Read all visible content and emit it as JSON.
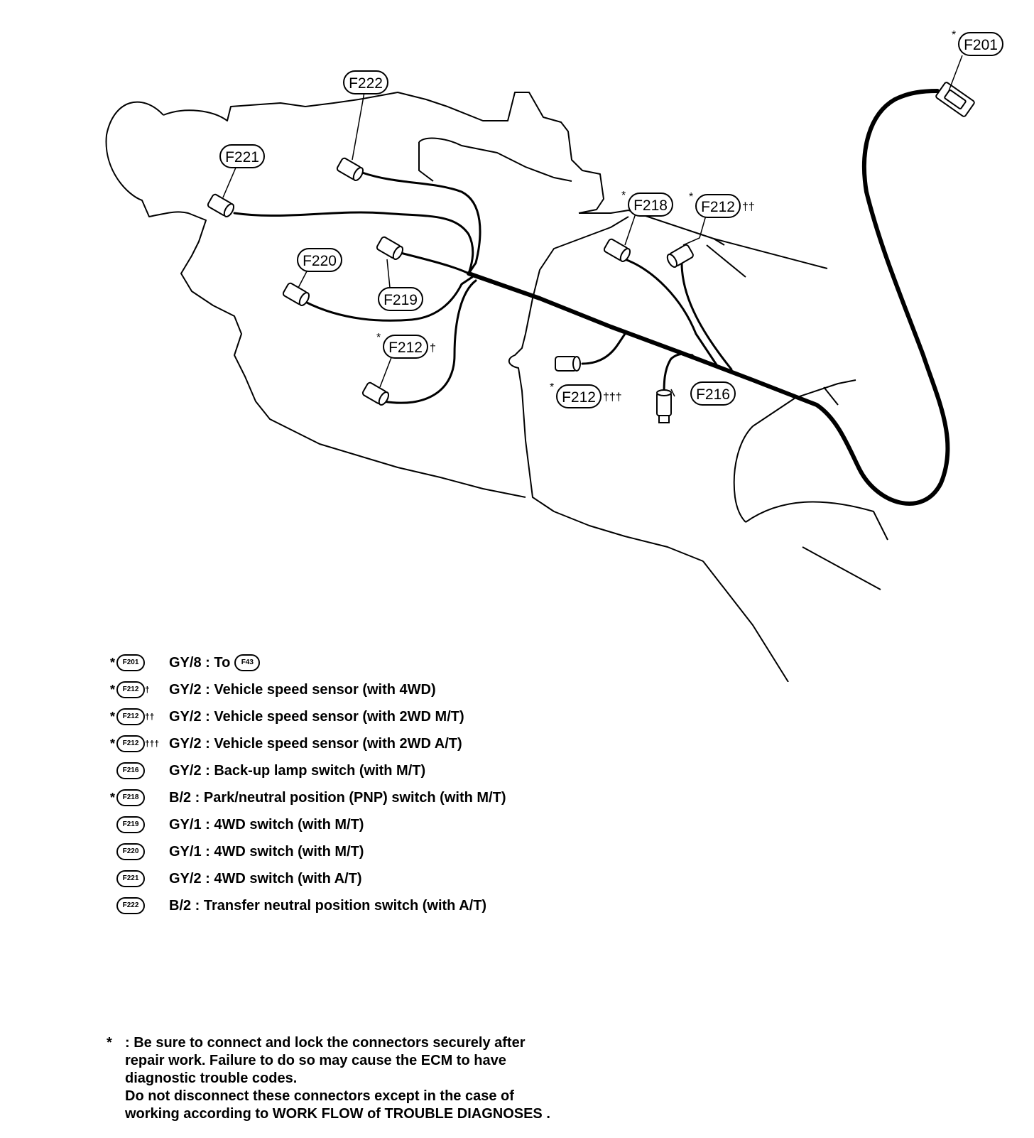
{
  "diagram": {
    "connectors": [
      {
        "id": "F201",
        "star": "*",
        "mark": ""
      },
      {
        "id": "F222",
        "star": "",
        "mark": ""
      },
      {
        "id": "F221",
        "star": "",
        "mark": ""
      },
      {
        "id": "F218",
        "star": "*",
        "mark": ""
      },
      {
        "id": "F212",
        "star": "*",
        "mark": "††"
      },
      {
        "id": "F220",
        "star": "",
        "mark": ""
      },
      {
        "id": "F219",
        "star": "",
        "mark": ""
      },
      {
        "id": "F212",
        "star": "*",
        "mark": "†"
      },
      {
        "id": "F212",
        "star": "*",
        "mark": "†††"
      },
      {
        "id": "F216",
        "star": "",
        "mark": ""
      }
    ]
  },
  "legend": [
    {
      "star": "*",
      "code": "F201",
      "mark": "",
      "text": "GY/8 : To",
      "ref": "F43"
    },
    {
      "star": "*",
      "code": "F212",
      "mark": "†",
      "text": "GY/2 : Vehicle speed sensor (with 4WD)",
      "ref": ""
    },
    {
      "star": "*",
      "code": "F212",
      "mark": "††",
      "text": "GY/2 : Vehicle speed sensor (with 2WD M/T)",
      "ref": ""
    },
    {
      "star": "*",
      "code": "F212",
      "mark": "†††",
      "text": "GY/2 : Vehicle speed sensor (with 2WD A/T)",
      "ref": ""
    },
    {
      "star": "",
      "code": "F216",
      "mark": "",
      "text": "GY/2  : Back-up lamp switch (with M/T)",
      "ref": ""
    },
    {
      "star": "*",
      "code": "F218",
      "mark": "",
      "text": "B/2    : Park/neutral position (PNP) switch (with M/T)",
      "ref": ""
    },
    {
      "star": "",
      "code": "F219",
      "mark": "",
      "text": "GY/1 : 4WD switch (with M/T)",
      "ref": ""
    },
    {
      "star": "",
      "code": "F220",
      "mark": "",
      "text": "GY/1   : 4WD switch (with M/T)",
      "ref": ""
    },
    {
      "star": "",
      "code": "F221",
      "mark": "",
      "text": "GY/2 : 4WD switch (with A/T)",
      "ref": ""
    },
    {
      "star": "",
      "code": "F222",
      "mark": "",
      "text": "B/2    : Transfer neutral position switch (with A/T)",
      "ref": ""
    }
  ],
  "note": {
    "star": "*",
    "line1": ": Be sure to connect and lock the connectors securely after",
    "line2": "repair work. Failure to do so may cause the ECM to have",
    "line3": "diagnostic trouble codes.",
    "line4": "Do not disconnect these connectors except in the case of",
    "line5": "working according to WORK FLOW of TROUBLE DIAGNOSES ."
  }
}
